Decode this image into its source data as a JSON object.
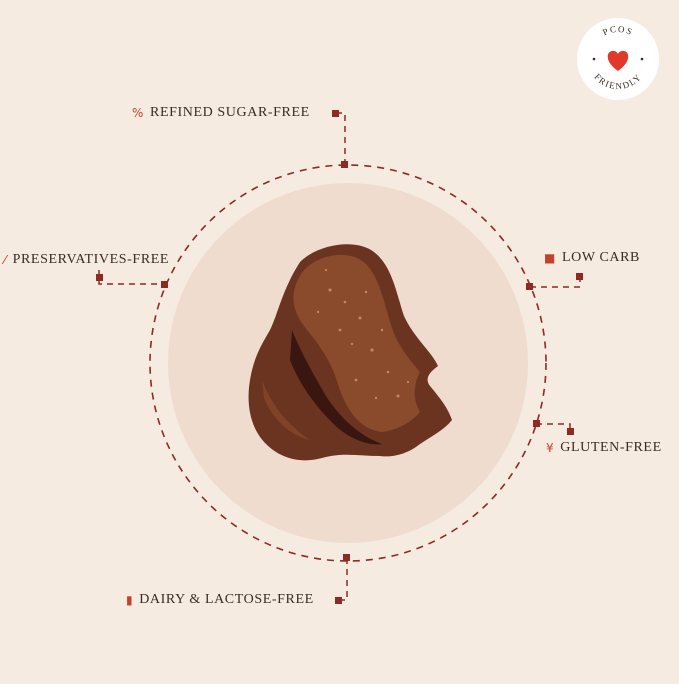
{
  "badge": {
    "top_text": "PCOS",
    "bottom_text": "FRIENDLY",
    "icon": "heart-icon"
  },
  "features": [
    {
      "label": "REFINED SUGAR-FREE",
      "icon": "no-sugar-icon"
    },
    {
      "label": "PRESERVATIVES-FREE",
      "icon": "no-preservatives-icon"
    },
    {
      "label": "LOW CARB",
      "icon": "low-carb-icon"
    },
    {
      "label": "GLUTEN-FREE",
      "icon": "wheat-icon"
    },
    {
      "label": "DAIRY & LACTOSE-FREE",
      "icon": "no-dairy-icon"
    }
  ],
  "colors": {
    "background": "#f6ebe1",
    "inner_circle": "#efdccf",
    "dash": "#8e2a21",
    "accent": "#c2432b",
    "spread": "#6b3420"
  }
}
